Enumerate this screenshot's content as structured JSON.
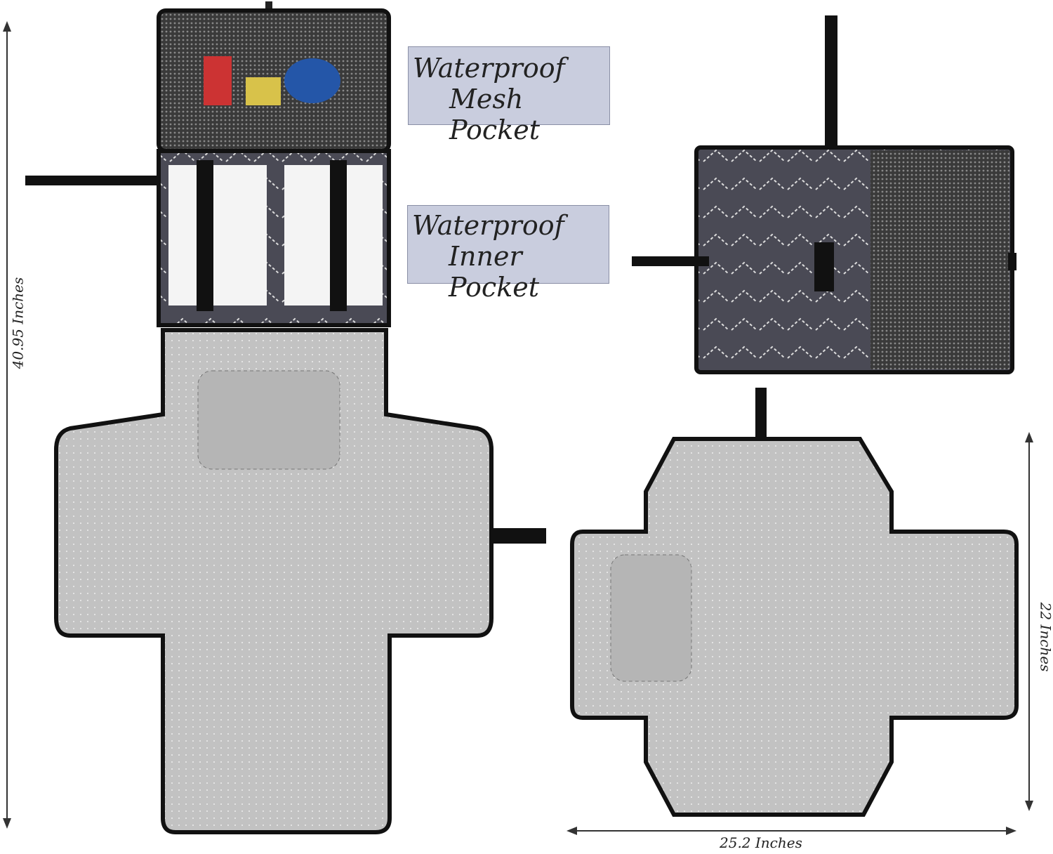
{
  "labels": {
    "mesh_pocket": {
      "line1": "Waterproof",
      "line2": "Mesh Pocket"
    },
    "inner_pocket": {
      "line1": "Waterproof",
      "line2": "Inner Pocket"
    }
  },
  "dimensions": {
    "open_length": "40.95 Inches",
    "width": "25.2 Inches",
    "height": "22 Inches"
  },
  "colors": {
    "mat": "#c2c2c2",
    "border": "#1a1a1a",
    "pattern": "#4a4a55"
  }
}
